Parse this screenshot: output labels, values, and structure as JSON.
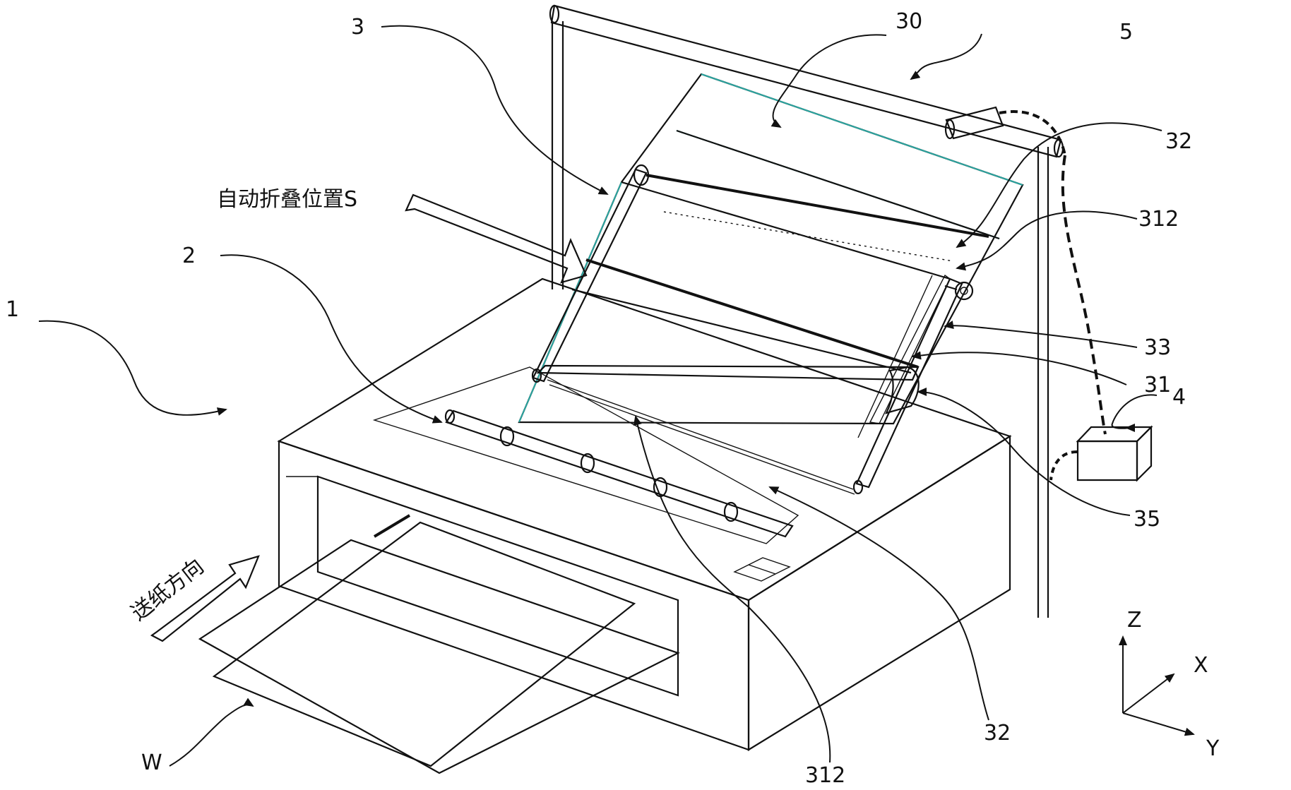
{
  "labels": {
    "l1": "1",
    "l2": "2",
    "l3": "3",
    "l4": "4",
    "l5": "5",
    "l30": "30",
    "l31": "31",
    "l32_top": "32",
    "l32_bottom": "32",
    "l33": "33",
    "l35": "35",
    "l312_top": "312",
    "l312_bottom": "312",
    "lW": "W",
    "axis_z": "Z",
    "axis_x": "X",
    "axis_y": "Y"
  },
  "annotations": {
    "fold_position": "自动折叠位置S",
    "feed_direction": "送纸方向"
  }
}
